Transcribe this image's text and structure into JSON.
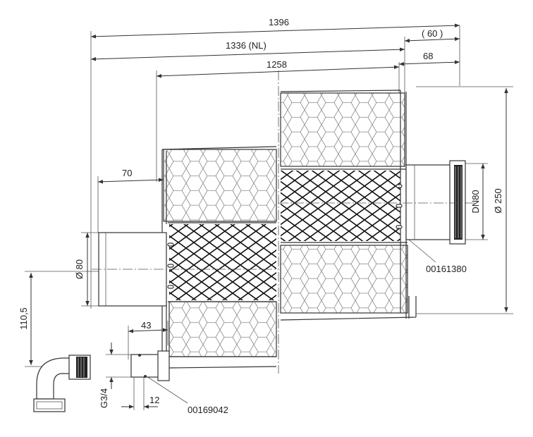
{
  "dimensions": {
    "overall_length": "1396",
    "nominal_length": "1336 (NL)",
    "body_length": "1258",
    "offset_paren": "( 60 )",
    "offset_right": "68",
    "left_offset": "70",
    "inlet_diameter": "Ø 80",
    "outlet_diameter": "Ø 250",
    "outlet_dn": "DN80",
    "height_offset": "110,5",
    "drain_offset": "43",
    "drain_thread": "G3/4",
    "drain_length": "12"
  },
  "part_numbers": {
    "outlet_gasket": "00161380",
    "drain_fitting": "00169042"
  }
}
